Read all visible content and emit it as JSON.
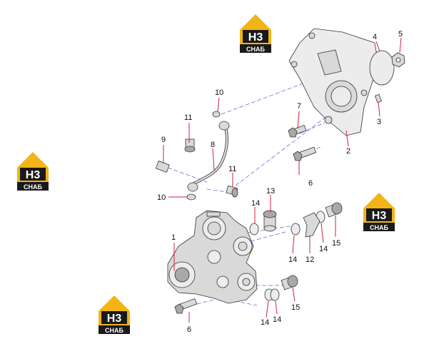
{
  "logo": {
    "mark": "H3",
    "text": "CHAБ"
  },
  "callouts": [
    "1",
    "2",
    "3",
    "4",
    "5",
    "6",
    "6",
    "7",
    "8",
    "9",
    "10",
    "10",
    "11",
    "11",
    "12",
    "13",
    "14",
    "14",
    "14",
    "14",
    "15",
    "15"
  ],
  "colors": {
    "leader": "#d0203a",
    "dashed_guide": "#6a6adf",
    "logo_yellow": "#f2b416",
    "logo_black": "#1a1a1a"
  }
}
